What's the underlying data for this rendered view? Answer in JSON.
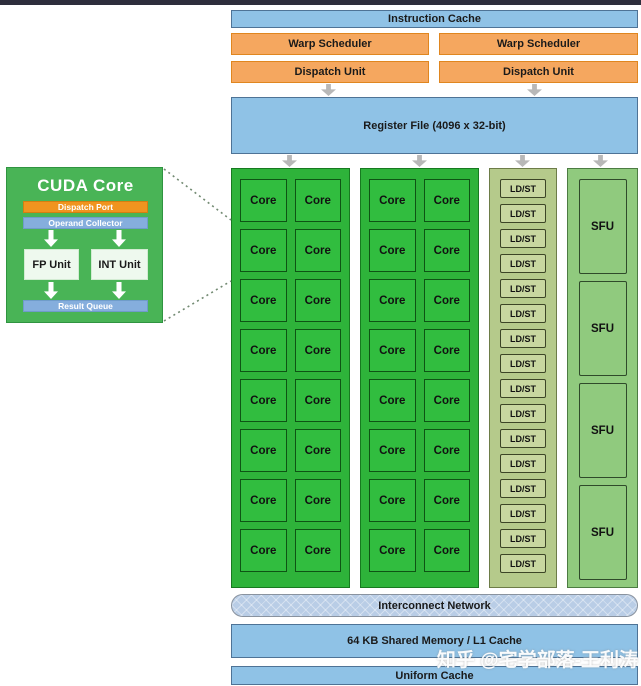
{
  "sm": {
    "instruction_cache": "Instruction Cache",
    "warp_scheduler_left": "Warp Scheduler",
    "warp_scheduler_right": "Warp Scheduler",
    "dispatch_unit_left": "Dispatch Unit",
    "dispatch_unit_right": "Dispatch Unit",
    "register_file": "Register File (4096 x 32-bit)",
    "core_label": "Core",
    "core_panels": 2,
    "core_rows": 8,
    "core_cols_per_panel": 2,
    "ldst_label": "LD/ST",
    "ldst_count": 16,
    "sfu_label": "SFU",
    "sfu_count": 4,
    "interconnect_network": "Interconnect Network",
    "shared_memory": "64 KB Shared Memory / L1 Cache",
    "uniform_cache": "Uniform Cache"
  },
  "cuda_core_detail": {
    "title": "CUDA Core",
    "dispatch_port": "Dispatch Port",
    "operand_collector": "Operand Collector",
    "fp_unit": "FP Unit",
    "int_unit": "INT Unit",
    "result_queue": "Result Queue"
  },
  "watermark": "知乎 @宅学部落-王利涛",
  "colors": {
    "top_bar": "#2e2e3c",
    "blue_fill": "#8fc2e6",
    "blue_border": "#4e7396",
    "orange_fill": "#f5a75f",
    "orange_border": "#e0861f",
    "core_panel_green": "#2eb33a",
    "core_box_green": "#31bd3f",
    "cuda_box_green": "#49b456",
    "ldst_panel": "#b5ca8b",
    "ldst_box": "#c8d7a0",
    "sfu_panel": "#90ca7e",
    "inner_bar_blue": "#85aedd",
    "inner_bar_orange": "#f0941f",
    "interconnect_fill": "#b9cde6",
    "unit_box_fill": "#eef9ee",
    "arrow_gray": "#b8b8b8"
  }
}
